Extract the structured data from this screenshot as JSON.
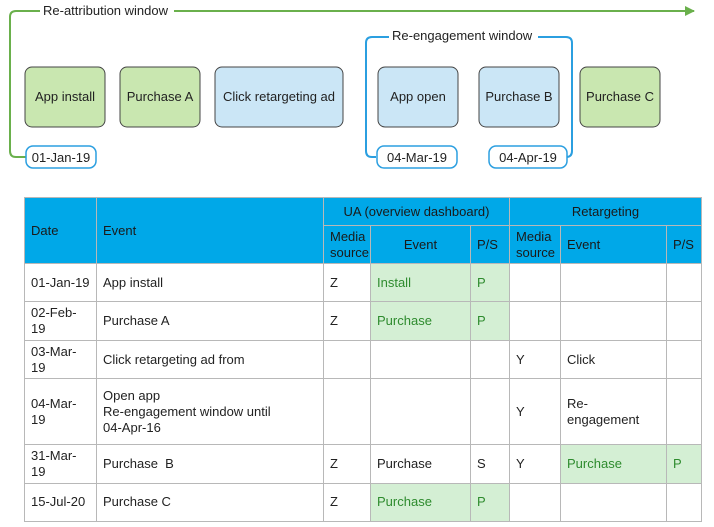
{
  "diagram": {
    "reattribution_label": "Re-attribution window",
    "reengagement_label": "Re-engagement window",
    "boxes": [
      "App install",
      "Purchase A",
      "Click retargeting ad",
      "App open",
      "Purchase B",
      "Purchase C"
    ],
    "dates": {
      "start": "01-Jan-19",
      "reengage_start": "04-Mar-19",
      "reengage_end": "04-Apr-19"
    },
    "colors": {
      "green_fill": "#c9e7b0",
      "blue_fill": "#cbe6f6",
      "green_line": "#6ab04c",
      "blue_line": "#2b9fe0"
    }
  },
  "table": {
    "headers": {
      "date": "Date",
      "event": "Event",
      "ua_group": "UA (overview dashboard)",
      "retargeting_group": "Retargeting",
      "media_source": "Media source",
      "event_col": "Event",
      "ps": "P/S"
    },
    "rows": [
      {
        "date": "01-Jan-19",
        "event": "App install",
        "ua_media": "Z",
        "ua_event": "Install",
        "ua_ps": "P",
        "rt_media": "",
        "rt_event": "",
        "rt_ps": ""
      },
      {
        "date": "02-Feb-19",
        "event": "Purchase A",
        "ua_media": "Z",
        "ua_event": "Purchase",
        "ua_ps": "P",
        "rt_media": "",
        "rt_event": "",
        "rt_ps": ""
      },
      {
        "date": "03-Mar-19",
        "event": "Click retargeting ad from",
        "ua_media": "",
        "ua_event": "",
        "ua_ps": "",
        "rt_media": "Y",
        "rt_event": "Click",
        "rt_ps": ""
      },
      {
        "date": "04-Mar-19",
        "event": "Open app\nRe-engagement window until\n04-Apr-16",
        "ua_media": "",
        "ua_event": "",
        "ua_ps": "",
        "rt_media": "Y",
        "rt_event": "Re-engagement",
        "rt_ps": ""
      },
      {
        "date": "31-Mar-19",
        "event": "Purchase  B",
        "ua_media": "Z",
        "ua_event": "Purchase",
        "ua_ps": "S",
        "rt_media": "Y",
        "rt_event": "Purchase",
        "rt_ps": "P"
      },
      {
        "date": "15-Jul-20",
        "event": "Purchase C",
        "ua_media": "Z",
        "ua_event": "Purchase",
        "ua_ps": "P",
        "rt_media": "",
        "rt_event": "",
        "rt_ps": ""
      }
    ]
  }
}
